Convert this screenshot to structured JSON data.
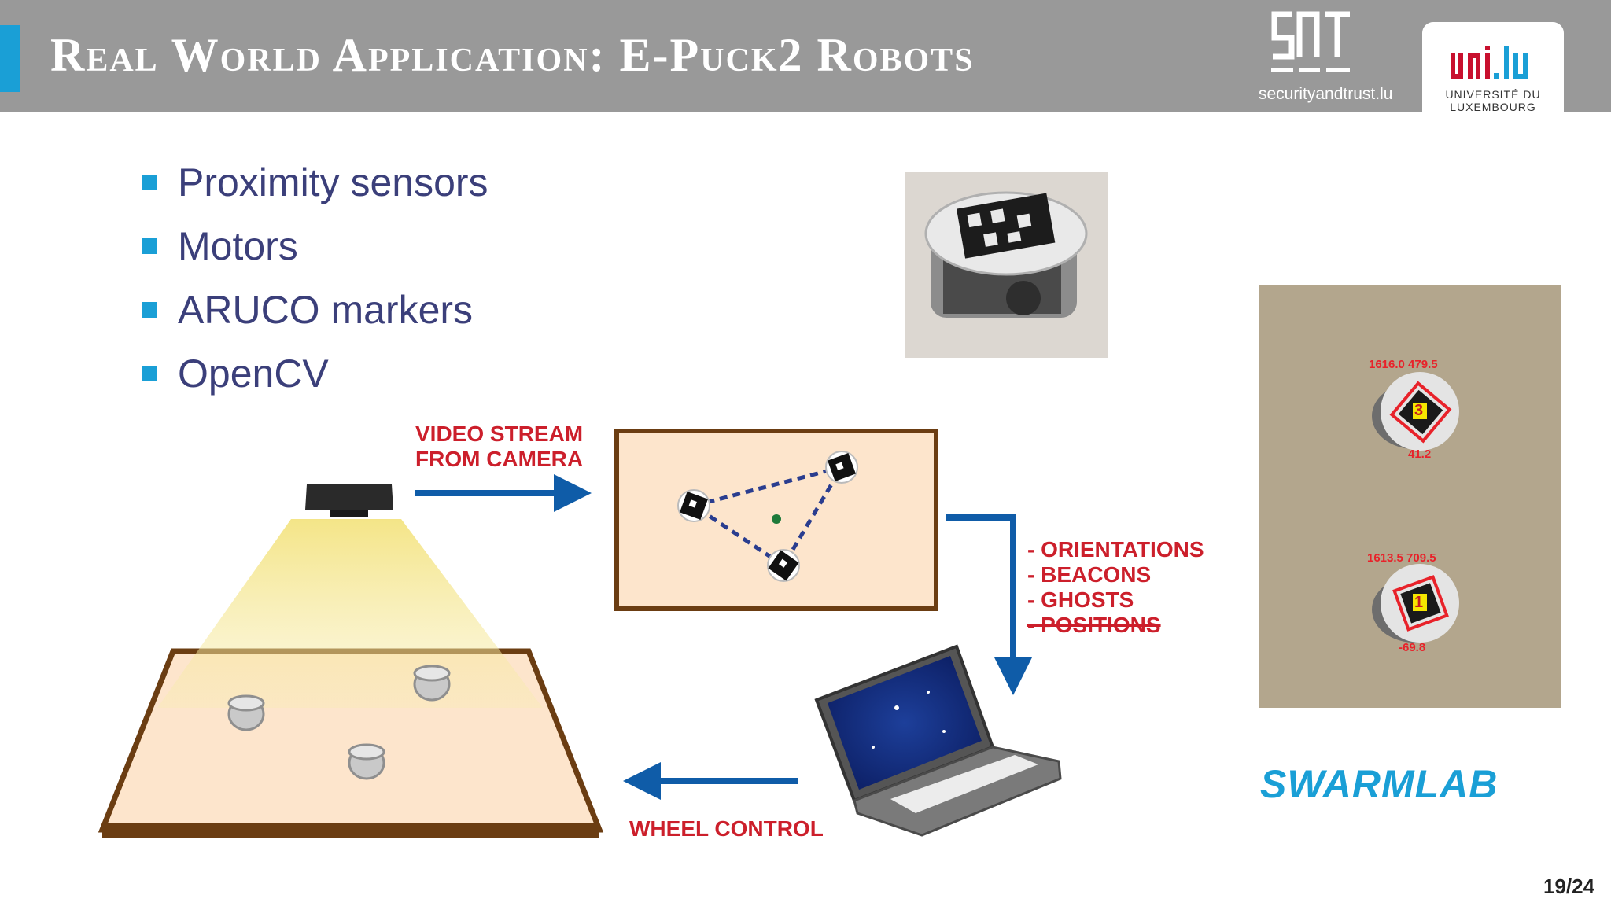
{
  "header": {
    "title": "Real World Application: E-Puck2 Robots",
    "snt_logo_text": "SnT",
    "snt_url": "securityandtrust.lu",
    "uni_logo_text": "uni.lu",
    "uni_name_line1": "UNIVERSITÉ DU",
    "uni_name_line2": "LUXEMBOURG",
    "accent_color": "#1a9fd6",
    "background_color": "#999999"
  },
  "bullets": [
    {
      "label": "Proximity sensors"
    },
    {
      "label": "Motors"
    },
    {
      "label": "ARUCO markers"
    },
    {
      "label": "OpenCV"
    }
  ],
  "diagram": {
    "video_stream_line1": "VIDEO STREAM",
    "video_stream_line2": "FROM CAMERA",
    "outputs": [
      {
        "label": "- ORIENTATIONS"
      },
      {
        "label": "- BEACONS"
      },
      {
        "label": "- GHOSTS"
      },
      {
        "label": "- POSITIONS",
        "strikethrough": true
      }
    ],
    "wheel_control": "WHEEL CONTROL",
    "arrow_color": "#0f5ca8",
    "label_color": "#cc1f2b",
    "arena_fill": "#fde5cc",
    "arena_border": "#6b3d12"
  },
  "tracking": {
    "robot_top": {
      "coords": "1616.0   479.5",
      "id": "3",
      "angle": "41.2"
    },
    "robot_bottom": {
      "coords": "1613.5   709.5",
      "id": "1",
      "angle": "-69.8"
    }
  },
  "swarmlab": "SWARMLAB",
  "page_number": "19/24"
}
